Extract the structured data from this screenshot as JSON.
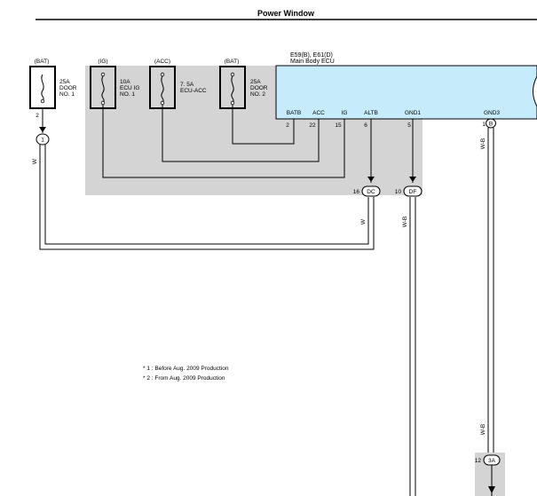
{
  "title": "Power Window",
  "ecu": {
    "connectors": "E59(B), E61(D)",
    "name": "Main Body ECU",
    "pins": [
      {
        "name": "BATB",
        "num": "2"
      },
      {
        "name": "ACC",
        "num": "22"
      },
      {
        "name": "IG",
        "num": "15"
      },
      {
        "name": "ALTB",
        "num": "6"
      },
      {
        "name": "GND1",
        "num": "5"
      },
      {
        "name": "GND3",
        "num": "1"
      }
    ],
    "gnd3_conn": "B"
  },
  "fuses": [
    {
      "source": "(BAT)",
      "l1": "25A",
      "l2": "DOOR",
      "l3": "NO. 1",
      "pin": "2"
    },
    {
      "source": "(IG)",
      "l1": "10A",
      "l2": "ECU IG",
      "l3": "NO. 1"
    },
    {
      "source": "(ACC)",
      "l1": "7. 5A",
      "l2": "ECU-ACC",
      "l3": ""
    },
    {
      "source": "(BAT)",
      "l1": "25A",
      "l2": "DOOR",
      "l3": "NO. 2"
    }
  ],
  "connectors": {
    "c1": {
      "label": "1"
    },
    "dc": {
      "pin": "16",
      "label": "DC"
    },
    "df": {
      "pin": "10",
      "label": "DF"
    },
    "3a": {
      "pin": "12",
      "label": "3A"
    }
  },
  "wire_colors": {
    "w1": "W",
    "w2": "W",
    "wb1": "W-B",
    "wb2": "W-B",
    "wb3": "W-B"
  },
  "notes": [
    "* 1 : Before Aug. 2009 Production",
    "* 2 : From Aug. 2009 Production"
  ],
  "colors": {
    "ecu_fill": "#c6ecfb",
    "shade": "#d4d4d4"
  }
}
